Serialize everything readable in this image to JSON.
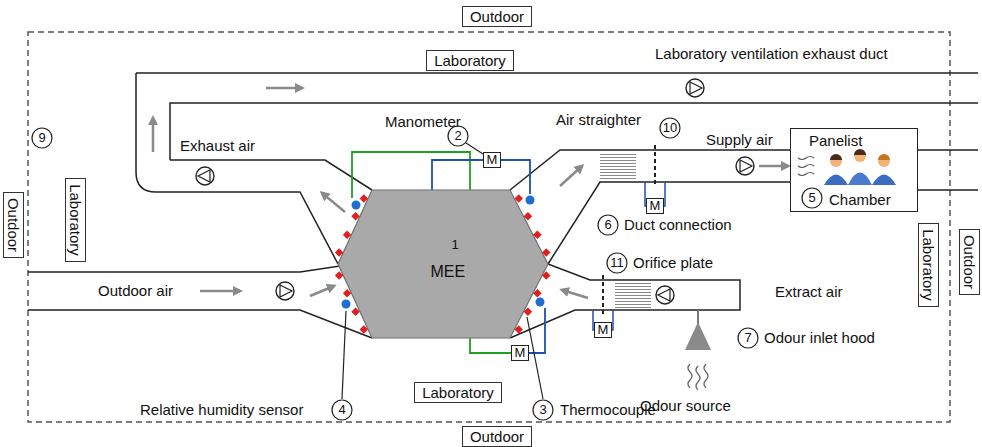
{
  "diagram": {
    "nodes": [
      {
        "text": [
          "Outdoor"
        ]
      },
      {
        "text": [
          "Laboratory"
        ]
      },
      {
        "text": [
          "Outdoor"
        ]
      },
      {
        "text": [
          "Laboratory"
        ]
      },
      {
        "text": [
          "M"
        ]
      },
      {
        "text": [
          "MEE"
        ]
      },
      {
        "text": [
          "M"
        ]
      },
      {
        "text": [
          "Panelist",
          "Chamber"
        ]
      },
      {
        "text": [
          "Laboratory"
        ]
      },
      {
        "text": [
          "Outdoor"
        ]
      },
      {
        "text": [
          "M"
        ]
      },
      {
        "text": [
          "M"
        ]
      },
      {
        "text": [
          "Laboratory"
        ]
      },
      {
        "text": [
          "Outdoor"
        ]
      }
    ],
    "labels": [
      "Laboratory ventilation exhaust duct",
      "Manometer",
      "2",
      "Air straighter",
      "10",
      "Exhaust air",
      "9",
      "Supply air",
      "6",
      "Duct connection",
      "11",
      "Orifice plate",
      "Outdoor air",
      "Extract air",
      "7",
      "Odour inlet hood",
      "Odour source",
      "Relative humidity sensor",
      "4",
      "3",
      "Thermocouple",
      "5",
      "1"
    ]
  }
}
